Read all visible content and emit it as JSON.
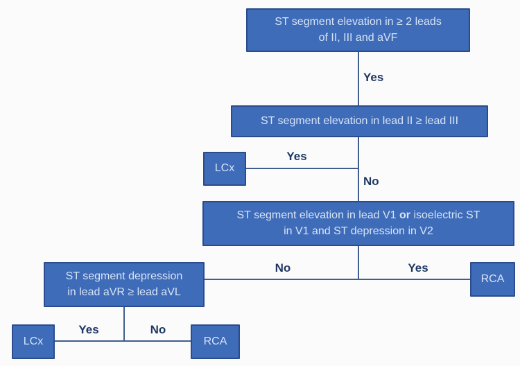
{
  "diagram": {
    "nodes": {
      "q1": {
        "line1": "ST segment elevation in ≥ 2 leads",
        "line2": "of II, III and aVF"
      },
      "q2": {
        "text": "ST segment elevation in lead II ≥ lead III"
      },
      "lcx1": {
        "text": "LCx"
      },
      "q3": {
        "line1_pre": "ST segment elevation in lead V1 ",
        "line1_bold": "or",
        "line1_post": " isoelectric ST",
        "line2": "in V1 and ST depression in V2"
      },
      "rca1": {
        "text": "RCA"
      },
      "q4": {
        "line1": "ST segment depression",
        "line2": "in lead aVR ≥ lead aVL"
      },
      "lcx2": {
        "text": "LCx"
      },
      "rca2": {
        "text": "RCA"
      }
    },
    "labels": {
      "b1_yes": "Yes",
      "b2_yes": "Yes",
      "b2_no": "No",
      "b3_no": "No",
      "b3_yes": "Yes",
      "b4_yes": "Yes",
      "b4_no": "No"
    },
    "colors": {
      "node_fill": "#3F6CB8",
      "node_border": "#2B4C8C",
      "node_text": "#D7E4F7",
      "label_text": "#1F3864",
      "connector": "#3F5E8E",
      "background": "#FCFBFB"
    }
  }
}
